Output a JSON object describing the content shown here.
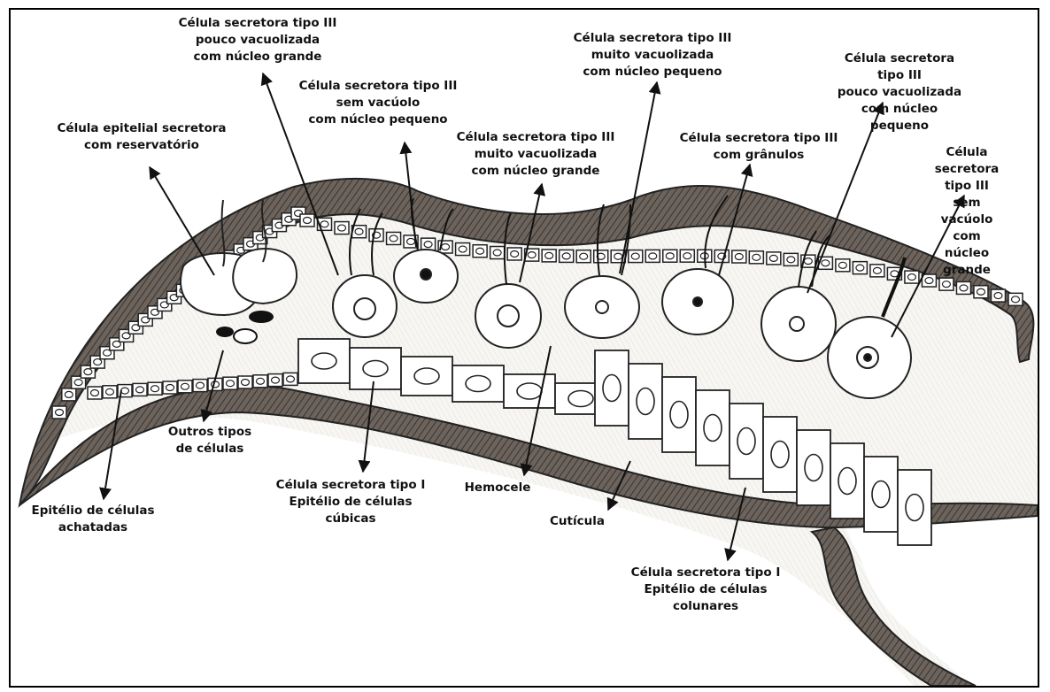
{
  "labels": {
    "epitelial_reservatorio": "Célula epitelial secretora\ncom reservatório",
    "s3_pouco_vac_nucleo_grande": "Célula secretora tipo III\npouco vacuolizada\ncom núcleo grande",
    "s3_sem_vac_nucleo_pequeno": "Célula secretora tipo III\nsem vacúolo\ncom núcleo pequeno",
    "s3_muito_vac_nucleo_grande": "Célula secretora tipo III\nmuito vacuolizada\ncom núcleo grande",
    "s3_muito_vac_nucleo_pequeno": "Célula secretora tipo III\nmuito vacuolizada\ncom núcleo pequeno",
    "s3_granulos": "Célula secretora tipo III\ncom grânulos",
    "s3_pouco_vac_nucleo_pequeno": "Célula secretora tipo III\npouco vacuolizada\ncom núcleo pequeno",
    "s3_sem_vac_nucleo_grande": "Célula secretora tipo III\nsem vacúolo\ncom núcleo grande",
    "outros_tipos": "Outros tipos\nde células",
    "epitelio_achatadas": "Epitélio de células\nachatadas",
    "s1_cubicas": "Célula secretora tipo I\nEpitélio de células\ncúbicas",
    "hemocele": "Hemocele",
    "cuticula": "Cutícula",
    "s1_colunares": "Célula secretora tipo I\nEpitélio de células\ncolunares"
  }
}
